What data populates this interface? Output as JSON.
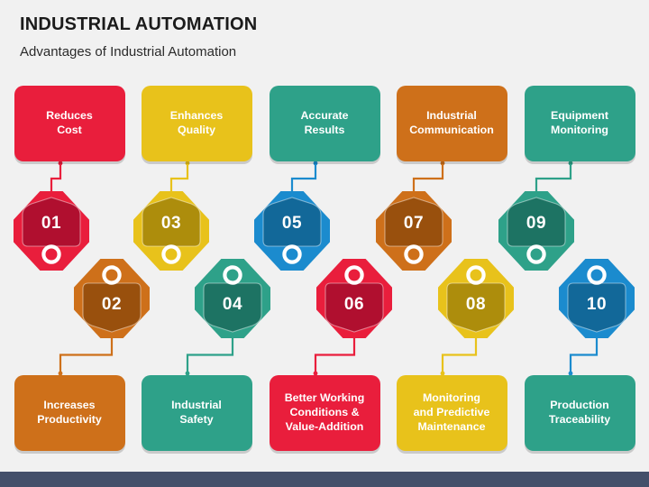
{
  "header": {
    "title": "INDUSTRIAL AUTOMATION",
    "subtitle": "Advantages of Industrial Automation"
  },
  "palette": {
    "background": "#f1f1f1",
    "footer": "#44506a",
    "red": "#e91e3c",
    "red_dark": "#b00f2f",
    "yellow": "#e8c21b",
    "yellow_dark": "#ad8d0c",
    "teal": "#2ea189",
    "teal_dark": "#1d7363",
    "orange": "#ce701a",
    "orange_dark": "#99500d",
    "blue": "#1b8bce",
    "blue_dark": "#126899",
    "text_on_color": "#ffffff",
    "title_color": "#1b1b1b"
  },
  "top_cards": [
    {
      "label_line1": "Reduces",
      "label_line2": "Cost",
      "label_line3": "",
      "color": "red"
    },
    {
      "label_line1": "Enhances",
      "label_line2": "Quality",
      "label_line3": "",
      "color": "yellow"
    },
    {
      "label_line1": "Accurate",
      "label_line2": "Results",
      "label_line3": "",
      "color": "teal"
    },
    {
      "label_line1": "Industrial",
      "label_line2": "Communication",
      "label_line3": "",
      "color": "orange"
    },
    {
      "label_line1": "Equipment",
      "label_line2": "Monitoring",
      "label_line3": "",
      "color": "teal"
    }
  ],
  "bottom_cards": [
    {
      "label_line1": "Increases",
      "label_line2": "Productivity",
      "label_line3": "",
      "color": "orange"
    },
    {
      "label_line1": "Industrial",
      "label_line2": "Safety",
      "label_line3": "",
      "color": "teal"
    },
    {
      "label_line1": "Better Working",
      "label_line2": "Conditions &",
      "label_line3": "Value-Addition",
      "color": "red"
    },
    {
      "label_line1": "Monitoring",
      "label_line2": "and Predictive",
      "label_line3": "Maintenance",
      "color": "yellow"
    },
    {
      "label_line1": "Production",
      "label_line2": "Traceability",
      "label_line3": "",
      "color": "teal"
    }
  ],
  "badges_upper": [
    {
      "number": "01",
      "color": "red"
    },
    {
      "number": "03",
      "color": "yellow"
    },
    {
      "number": "05",
      "color": "blue"
    },
    {
      "number": "07",
      "color": "orange"
    },
    {
      "number": "09",
      "color": "teal"
    }
  ],
  "badges_lower": [
    {
      "number": "02",
      "color": "orange"
    },
    {
      "number": "04",
      "color": "teal"
    },
    {
      "number": "06",
      "color": "red"
    },
    {
      "number": "08",
      "color": "yellow"
    },
    {
      "number": "10",
      "color": "blue"
    }
  ]
}
